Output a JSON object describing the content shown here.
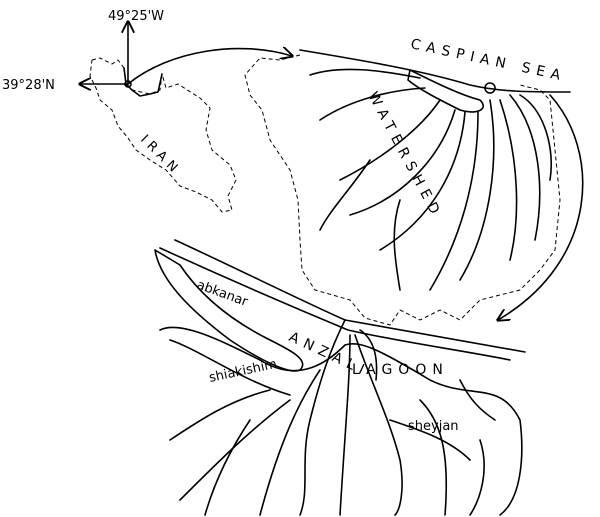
{
  "coordinates": {
    "longitude": "49°25'W",
    "latitude": "39°28'N"
  },
  "labels": {
    "country": "IRAN",
    "sea": "CASPIAN SEA",
    "watershed": "WATERSHED",
    "lagoon_part1": "ANZALI",
    "lagoon_part2": "LAGOON",
    "west_basin": "abkanar",
    "southwest": "shiakishim",
    "southeast": "sheyjan"
  },
  "colors": {
    "ink": "#000000",
    "background": "#ffffff"
  }
}
